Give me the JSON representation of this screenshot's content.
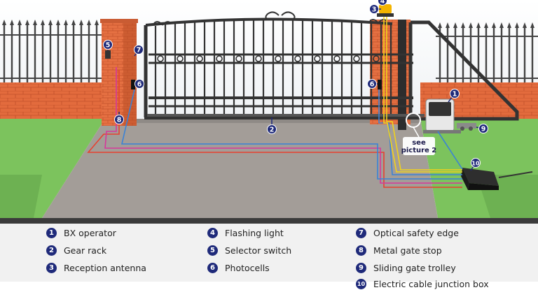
{
  "markers": [
    "1",
    "2",
    "3",
    "4",
    "5",
    "6",
    "6",
    "7",
    "8",
    "9",
    "10"
  ],
  "callout": {
    "line1": "see",
    "line2": "picture 2"
  },
  "legend": [
    {
      "number": "1",
      "label": "BX operator"
    },
    {
      "number": "2",
      "label": "Gear rack"
    },
    {
      "number": "3",
      "label": "Reception antenna"
    },
    {
      "number": "4",
      "label": "Flashing light"
    },
    {
      "number": "5",
      "label": "Selector switch"
    },
    {
      "number": "6",
      "label": "Photocells"
    },
    {
      "number": "7",
      "label": "Optical safety edge"
    },
    {
      "number": "8",
      "label": "Metal gate stop"
    },
    {
      "number": "9",
      "label": "Sliding gate trolley"
    },
    {
      "number": "10",
      "label": "Electric cable junction box"
    }
  ],
  "colors": {
    "marker": "#1f2a7a",
    "brick": "#e06a3c",
    "grass": "#7dc45f",
    "driveway": "#a09a96",
    "gate": "#3a3a3a",
    "wire_red": "#e8402f",
    "wire_pink": "#d6389b",
    "wire_blue": "#3a82d6",
    "wire_yellow": "#f2d31b"
  }
}
